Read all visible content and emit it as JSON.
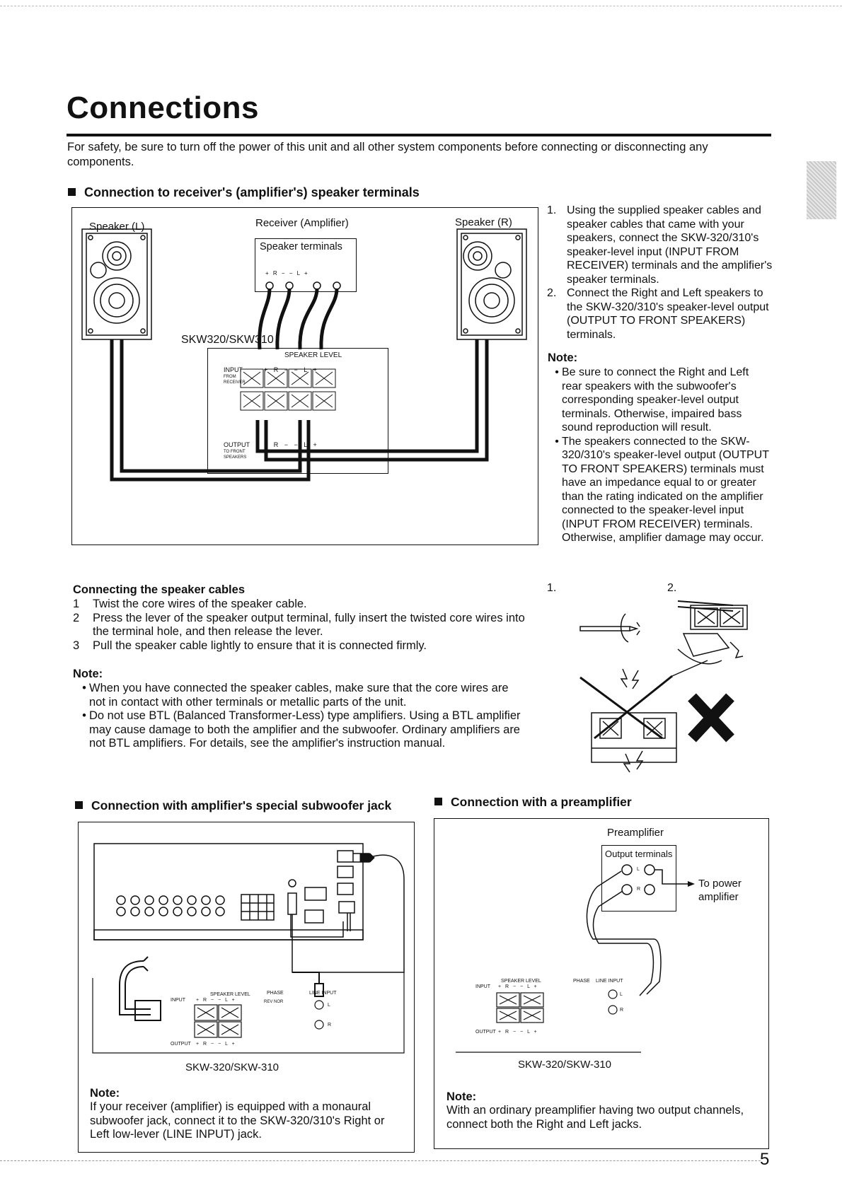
{
  "page": {
    "title": "Connections",
    "intro": "For safety, be sure to turn off the power of this unit and all other system components before connecting or disconnecting any components.",
    "page_number": "5"
  },
  "section1": {
    "heading": "Connection to receiver's (amplifier's) speaker terminals",
    "diagram": {
      "speaker_l": "Speaker (L)",
      "receiver": "Receiver (Amplifier)",
      "speaker_r": "Speaker (R)",
      "speaker_terminals": "Speaker terminals",
      "terminal_marks": "+ R −    − L +",
      "unit_label": "SKW320/SKW310",
      "speaker_level": "SPEAKER LEVEL",
      "input": "INPUT",
      "from_receiver": "FROM RECEIVER",
      "output": "OUTPUT",
      "to_front_speakers": "TO FRONT SPEAKERS",
      "input_marks": "+ R −    − L +",
      "output_marks": "+ R −    − L +"
    },
    "steps": [
      {
        "num": "1.",
        "text": "Using the supplied speaker cables and speaker cables that came with your speakers, connect the SKW-320/310's speaker-level input (INPUT FROM RECEIVER) terminals and the amplifier's speaker terminals."
      },
      {
        "num": "2.",
        "text": "Connect the Right and Left speakers to the SKW-320/310's speaker-level output (OUTPUT TO FRONT SPEAKERS) terminals."
      }
    ],
    "note_heading": "Note:",
    "notes": [
      "Be sure to connect the Right and Left rear speakers with the subwoofer's corresponding speaker-level output terminals. Otherwise, impaired bass sound reproduction will result.",
      "The speakers connected to the SKW-320/310's speaker-level output (OUTPUT TO FRONT SPEAKERS) terminals must have an impedance equal to or greater than the rating indicated on the amplifier connected to the speaker-level input (INPUT FROM RECEIVER) terminals. Otherwise, amplifier damage may occur."
    ]
  },
  "cables": {
    "heading": "Connecting the speaker cables",
    "steps": [
      {
        "num": "1",
        "text": "Twist the core wires of the speaker cable."
      },
      {
        "num": "2",
        "text": "Press the lever of the speaker output terminal, fully insert the twisted core wires into the terminal hole, and then release the lever."
      },
      {
        "num": "3",
        "text": "Pull the speaker cable lightly to ensure that it is connected firmly."
      }
    ],
    "note_heading": "Note:",
    "notes": [
      "When you have connected the speaker cables, make sure that the core wires are not in contact with other terminals or metallic parts of the unit.",
      "Do not use BTL (Balanced Transformer-Less) type amplifiers. Using a BTL amplifier may cause damage to both the amplifier and the subwoofer. Ordinary amplifiers are not BTL amplifiers. For details, see the amplifier's instruction manual."
    ],
    "fig_label_1": "1.",
    "fig_label_2": "2."
  },
  "section2": {
    "heading": "Connection with amplifier's special subwoofer jack",
    "unit_caption": "SKW-320/SKW-310",
    "speaker_level": "SPEAKER LEVEL",
    "phase": "PHASE",
    "line_input": "LINE INPUT",
    "input": "INPUT",
    "output": "OUTPUT",
    "rev_nor": "REV   NOR",
    "marks": "+ R −   − L +",
    "jack_l": "L",
    "jack_r": "R",
    "note_heading": "Note:",
    "note": "If your receiver (amplifier) is equipped with a monaural subwoofer jack, connect it to the SKW-320/310's Right or Left low-lever (LINE INPUT) jack."
  },
  "section3": {
    "heading": "Connection with a preamplifier",
    "preamp": "Preamplifier",
    "output_terminals": "Output terminals",
    "to_power_amp": "To power amplifier",
    "jack_l": "L",
    "jack_r": "R",
    "unit_caption": "SKW-320/SKW-310",
    "speaker_level": "SPEAKER LEVEL",
    "phase": "PHASE",
    "line_input": "LINE INPUT",
    "input": "INPUT",
    "output": "OUTPUT",
    "marks": "+ R −   − L +",
    "note_heading": "Note:",
    "note": "With an ordinary preamplifier having two output channels, connect both the Right and Left jacks."
  }
}
